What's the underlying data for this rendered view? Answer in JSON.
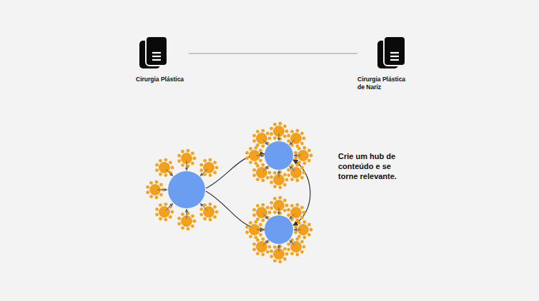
{
  "diagram": {
    "nodes": [
      {
        "text": [
          "Cirurgia Plástica"
        ]
      },
      {
        "text": [
          "Cirurgia Plástica de Nariz"
        ]
      }
    ],
    "edges": [
      {
        "from": 0,
        "to": 1,
        "arrow": "none"
      }
    ],
    "labels": [
      "Crie um hub de conteúdo e se torne relevante."
    ]
  }
}
